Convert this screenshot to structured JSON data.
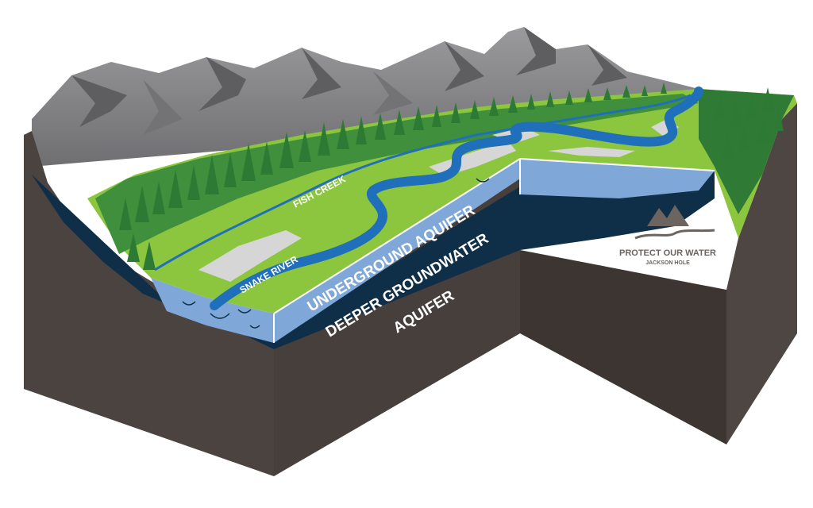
{
  "labels": {
    "fish_creek": "FISH CREEK",
    "snake_river": "SNAKE RIVER",
    "underground_aquifer": "UNDERGROUND AQUIFER",
    "deeper_line1": "DEEPER GROUNDWATER",
    "deeper_line2": "AQUIFER"
  },
  "watermark": {
    "title": "PROTECT OUR WATER",
    "subtitle": "JACKSON HOLE"
  },
  "icons": [
    "mountain-range-icon",
    "conifer-tree-icon",
    "watermark-mountain-logo-icon"
  ],
  "colors": {
    "soil_front": "#4a4340",
    "soil_side": "#3c3532",
    "ground_green": "#8cc63f",
    "forest_green": "#3f8f3c",
    "river_blue": "#1f6fba",
    "gravel": "#d6d6d6",
    "aquifer_light": "#7fa8d8",
    "aquifer_deep": "#0f2e47",
    "mountain_gray": "#8a8a8c"
  }
}
